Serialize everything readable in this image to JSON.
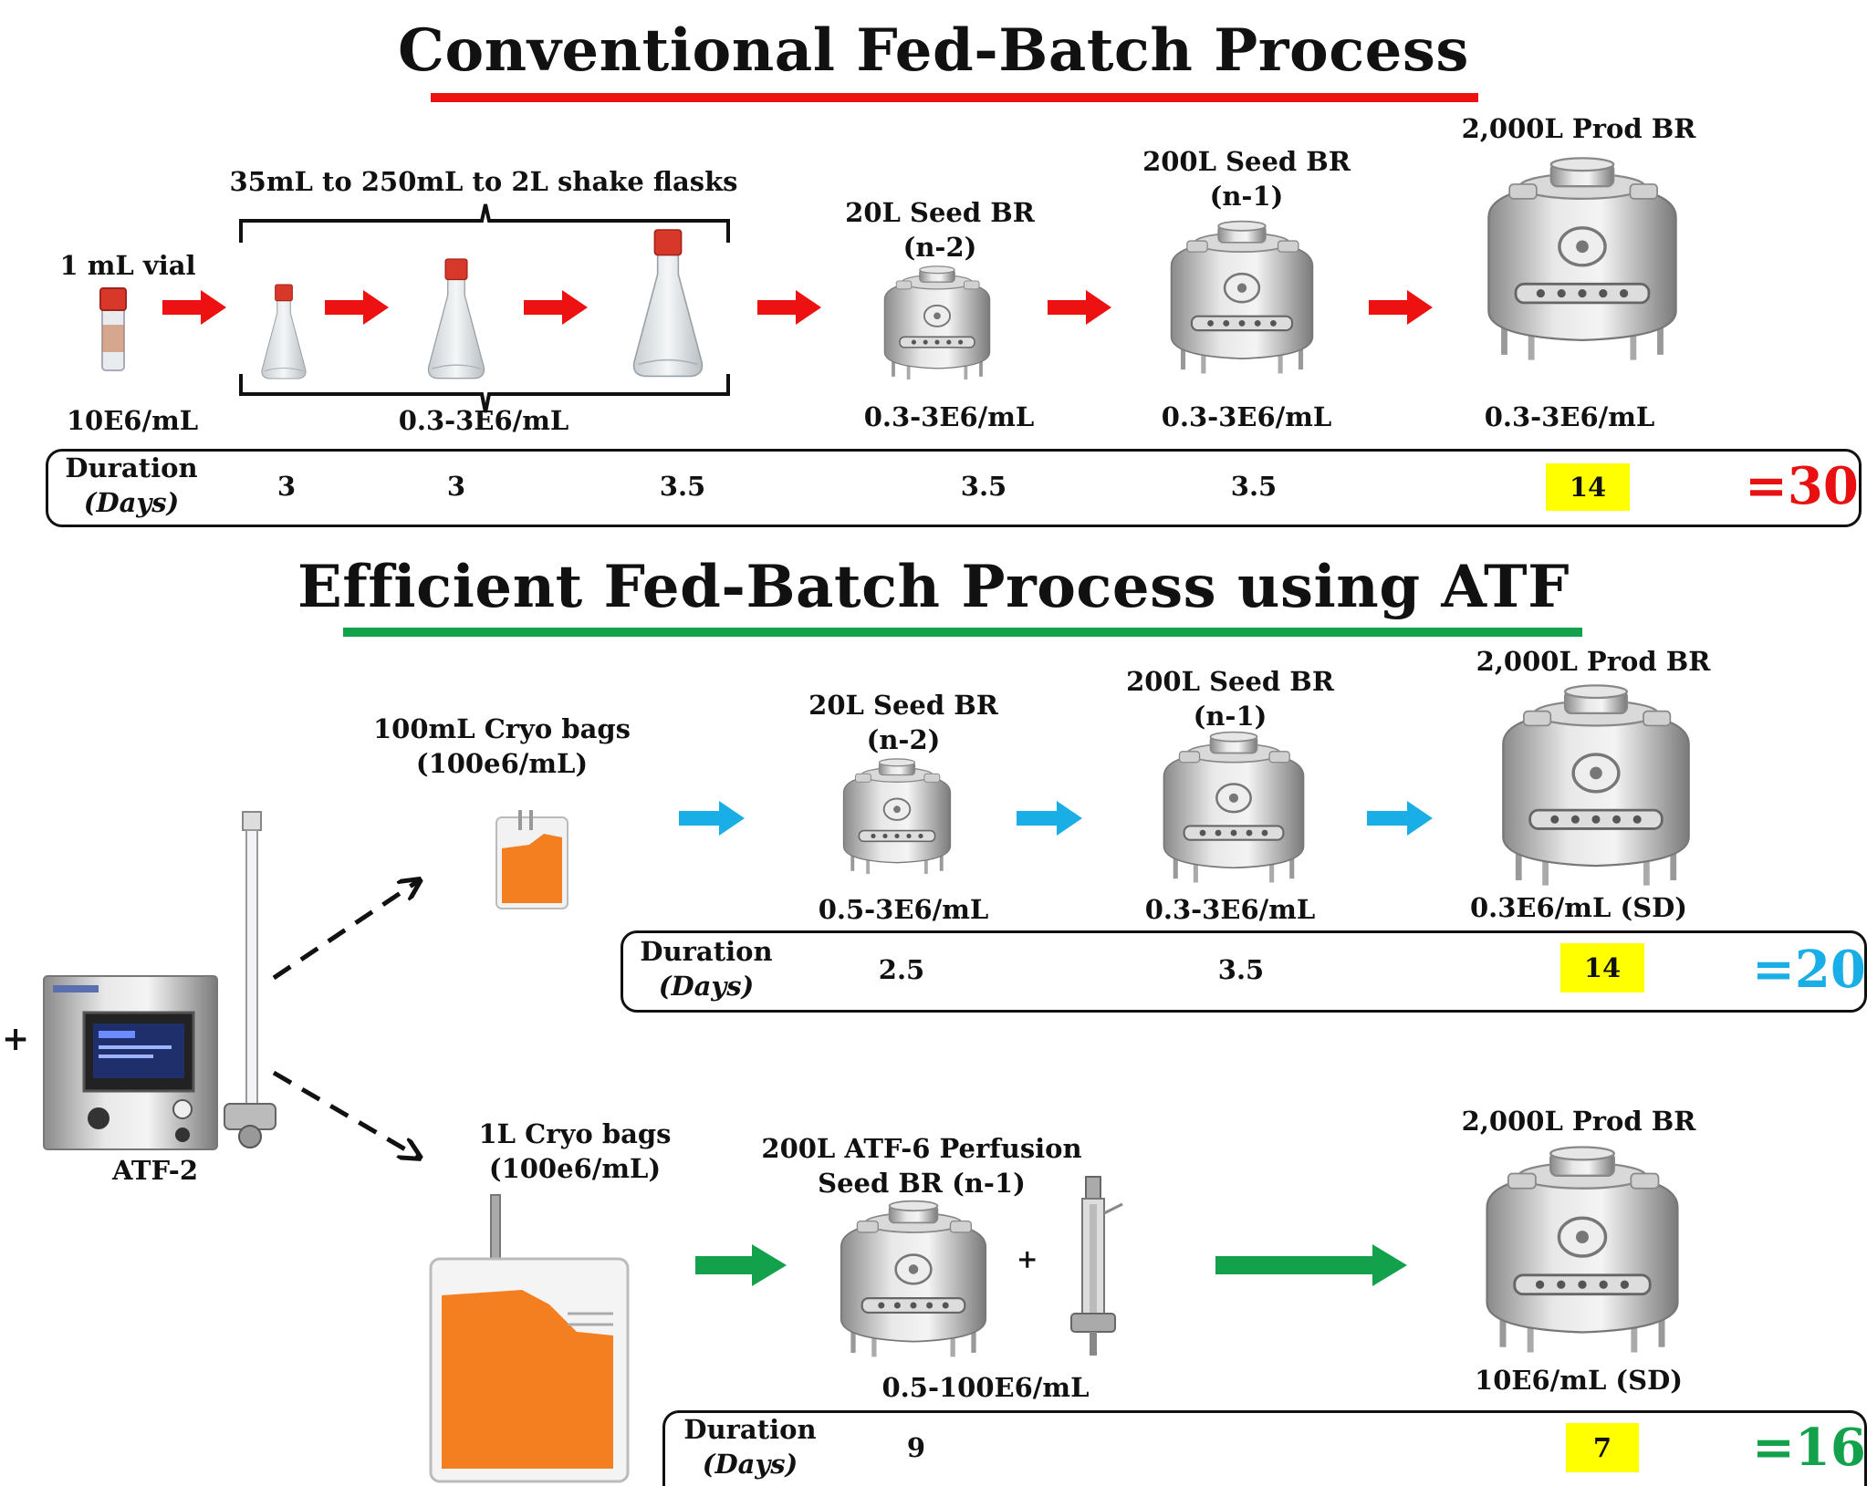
{
  "conventional": {
    "title": "Conventional Fed-Batch Process",
    "underline_color": "#ee1111",
    "vial_label": "1 mL vial",
    "flasks_label": "35mL to 250mL to 2L shake flasks",
    "seed20_label": "20L Seed BR",
    "seed20_sub": "(n-2)",
    "seed200_label": "200L Seed BR",
    "seed200_sub": "(n-1)",
    "prod_label": "2,000L Prod BR",
    "conc": [
      "10E6/mL",
      "0.3-3E6/mL",
      "0.3-3E6/mL",
      "0.3-3E6/mL",
      "0.3-3E6/mL"
    ],
    "duration_label": "Duration",
    "duration_unit": "(Days)",
    "durations": [
      "3",
      "3",
      "3.5",
      "3.5",
      "3.5"
    ],
    "highlight": "14",
    "total": "=30",
    "total_color": "#e81010",
    "arrow_color": "#ee1111"
  },
  "efficient": {
    "title": "Efficient Fed-Batch Process using ATF",
    "underline_color": "#13a24b",
    "atf_label": "ATF-2",
    "plus": "+",
    "upper": {
      "cryo_label": "100mL Cryo bags",
      "cryo_sub": "(100e6/mL)",
      "seed20_label": "20L Seed BR",
      "seed20_sub": "(n-2)",
      "seed200_label": "200L Seed BR",
      "seed200_sub": "(n-1)",
      "prod_label": "2,000L Prod BR",
      "conc": [
        "0.5-3E6/mL",
        "0.3-3E6/mL",
        "0.3E6/mL (SD)"
      ],
      "duration_label": "Duration",
      "duration_unit": "(Days)",
      "durations": [
        "2.5",
        "3.5"
      ],
      "highlight": "14",
      "total": "=20",
      "total_color": "#1aaee6",
      "arrow_color": "#1aaee6"
    },
    "lower": {
      "cryo_label": "1L Cryo bags",
      "cryo_sub": "(100e6/mL)",
      "seed_label": "200L ATF-6 Perfusion",
      "seed_sub": "Seed BR (n-1)",
      "plus": "+",
      "prod_label": "2,000L Prod BR",
      "conc": [
        "0.5-100E6/mL",
        "10E6/mL (SD)"
      ],
      "duration_label": "Duration",
      "duration_unit": "(Days)",
      "durations": [
        "9"
      ],
      "highlight": "7",
      "total": "=16",
      "total_color": "#13a24b",
      "arrow_color": "#13a24b"
    }
  }
}
